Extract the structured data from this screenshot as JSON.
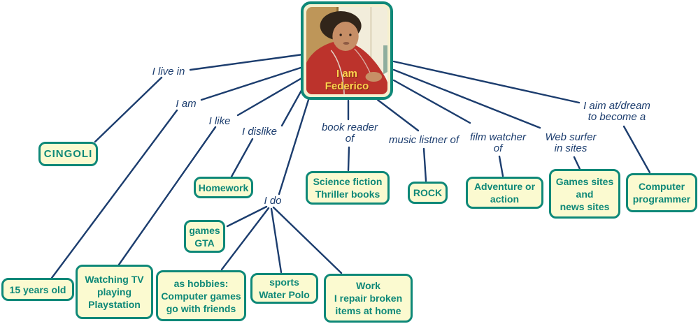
{
  "colors": {
    "line": "#1C3D6E",
    "label_text": "#1C3D6E",
    "node_border": "#0E8878",
    "node_fill": "#FBFAD0",
    "node_text": "#0E8878",
    "photo_caption": "#FFD24F"
  },
  "center": {
    "caption": "I am\nFederico"
  },
  "labels": {
    "live_in": "I live in",
    "am": "I am",
    "like": "I like",
    "dislike": "I dislike",
    "do": "I do",
    "book": "book reader\nof",
    "music": "music listner of",
    "film": "film watcher\nof",
    "web": "Web surfer\nin sites",
    "aim": "I aim at/dream\nto become a"
  },
  "nodes": {
    "cingoli": "CINGOLI",
    "age": "15 years old",
    "like": "Watching TV\nplaying\nPlaystation",
    "dislike": "Homework",
    "games": "games\nGTA",
    "hobbies": "as hobbies:\nComputer games\ngo with friends",
    "sports": "sports\nWater Polo",
    "work": "Work\nI repair broken\nitems at home",
    "books": "Science fiction\nThriller books",
    "music": "ROCK",
    "film": "Adventure or\naction",
    "web": "Games sites\nand\nnews sites",
    "dream": "Computer\nprogrammer"
  }
}
